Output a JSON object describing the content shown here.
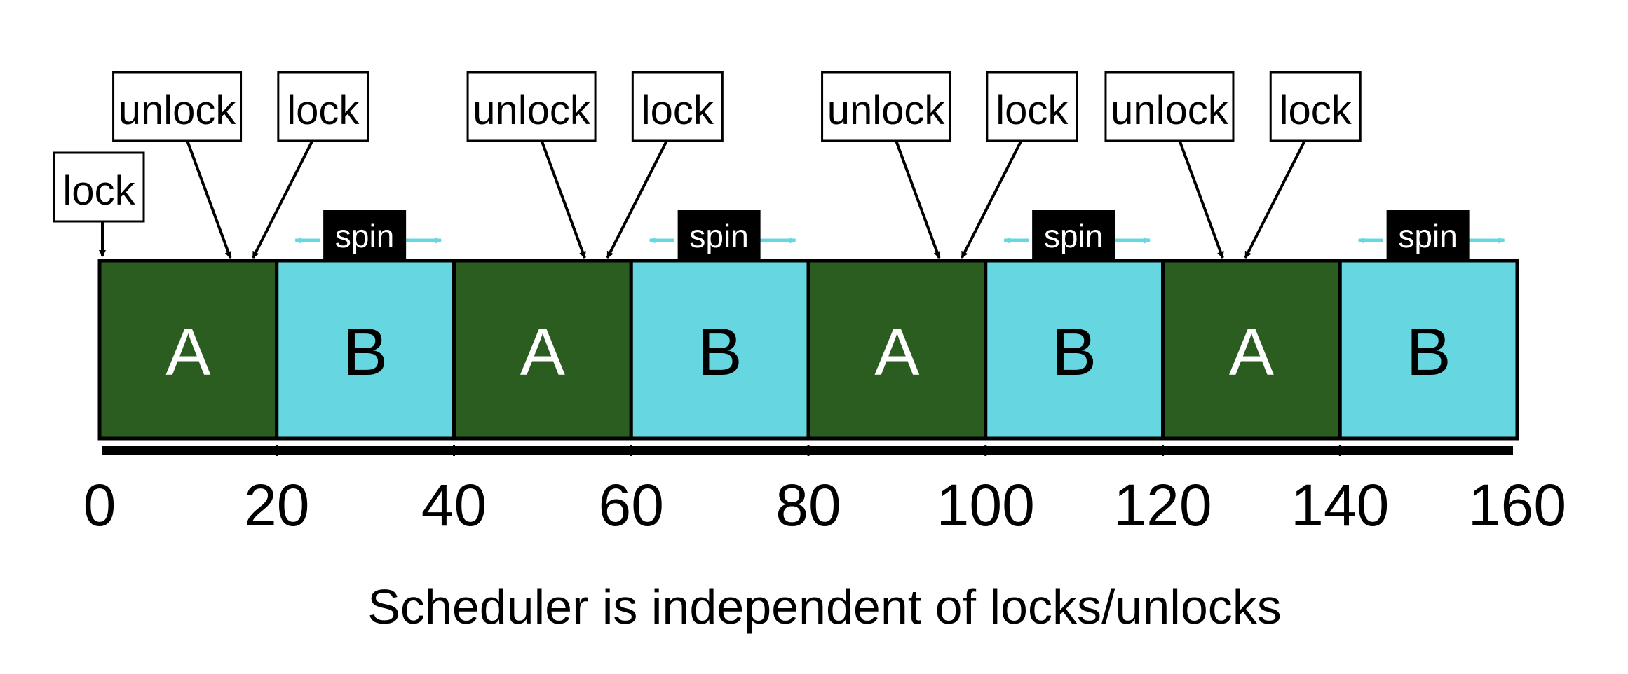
{
  "timeline": {
    "slices": [
      {
        "label": "A",
        "start": 0,
        "end": 20
      },
      {
        "label": "B",
        "start": 20,
        "end": 40
      },
      {
        "label": "A",
        "start": 40,
        "end": 60
      },
      {
        "label": "B",
        "start": 60,
        "end": 80
      },
      {
        "label": "A",
        "start": 80,
        "end": 100
      },
      {
        "label": "B",
        "start": 100,
        "end": 120
      },
      {
        "label": "A",
        "start": 120,
        "end": 140
      },
      {
        "label": "B",
        "start": 140,
        "end": 160
      }
    ],
    "ticks": [
      "0",
      "20",
      "40",
      "60",
      "80",
      "100",
      "120",
      "140",
      "160"
    ],
    "spin_label": "spin",
    "spin_slices": [
      1,
      3,
      5,
      7
    ],
    "events": [
      {
        "label": "lock",
        "time": 0
      },
      {
        "label": "unlock",
        "time": 15
      },
      {
        "label": "lock",
        "time": 17
      },
      {
        "label": "unlock",
        "time": 55
      },
      {
        "label": "lock",
        "time": 57
      },
      {
        "label": "unlock",
        "time": 95
      },
      {
        "label": "lock",
        "time": 97
      },
      {
        "label": "unlock",
        "time": 127
      },
      {
        "label": "lock",
        "time": 129
      }
    ]
  },
  "caption": "Scheduler is independent of locks/unlocks",
  "colors": {
    "A": "#2b5c20",
    "B": "#66d7e0",
    "spin_arrow": "#66d7e0",
    "spin_bg": "#000000",
    "label_A": "#ffffff",
    "label_B": "#000000"
  }
}
